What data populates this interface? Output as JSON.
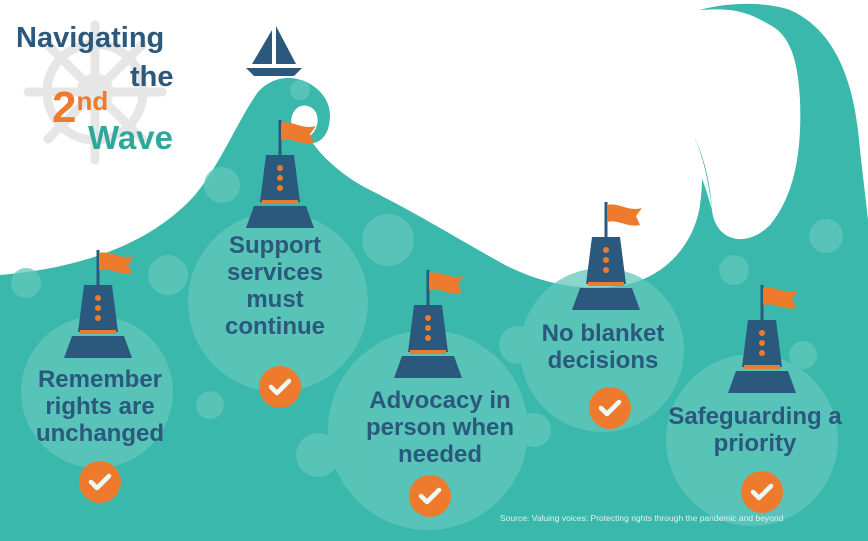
{
  "title": {
    "line1": "Navigating",
    "line2": "the",
    "number": "2",
    "suffix": "nd",
    "line4": "Wave"
  },
  "points": [
    {
      "label": "Remember rights are unchanged"
    },
    {
      "label": "Support services must continue"
    },
    {
      "label": "Advocacy in person when needed"
    },
    {
      "label": "No blanket decisions"
    },
    {
      "label": "Safeguarding a priority"
    }
  ],
  "source": "Source: Valuing voices: Protecting rights through the pandemic and beyond",
  "icons": [
    "ships-wheel-icon",
    "sailboat-icon",
    "buoy-icon",
    "flag-icon",
    "check-icon"
  ],
  "colors": {
    "teal": "#3ab8ab",
    "navy": "#2b587d",
    "orange": "#ee7b2d",
    "bubble": "#63c7bc",
    "text_teal": "#2fa79b"
  }
}
